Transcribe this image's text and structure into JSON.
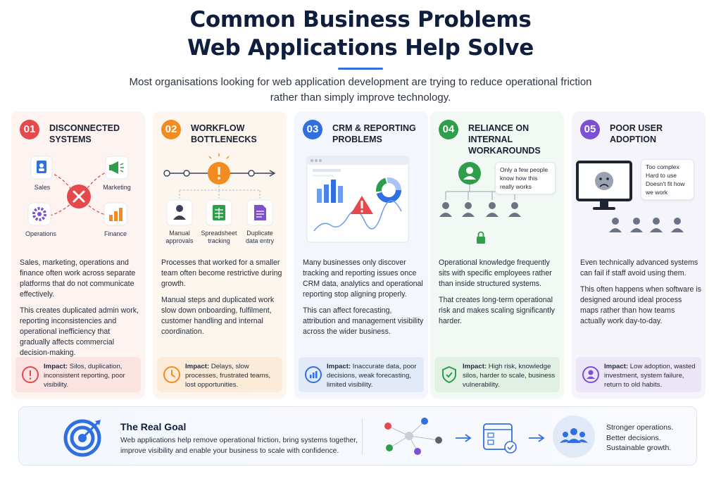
{
  "header": {
    "title_line1": "Common Business Problems",
    "title_line2": "Web Applications Help Solve",
    "subtitle_line1": "Most organisations looking for web application development are trying to reduce operational friction",
    "subtitle_line2": "rather than simply improve technology."
  },
  "colors": {
    "red": "#e5484d",
    "orange": "#f28b20",
    "blue": "#2f6fe0",
    "green": "#2e9e4a",
    "purple": "#7c4fd3",
    "navy": "#0f1e3d"
  },
  "cards": [
    {
      "num": "01",
      "title_line1": "DISCONNECTED",
      "title_line2": "SYSTEMS",
      "labels": [
        "Sales",
        "Marketing",
        "Operations",
        "Finance"
      ],
      "p1": "Sales, marketing, operations and finance often work across separate platforms that do not communicate effectively.",
      "p2": "This creates duplicated admin work, reporting inconsistencies and operational inefficiency that gradually affects commercial decision-making.",
      "impact_label": "Impact:",
      "impact_text": " Silos, duplication, inconsistent reporting, poor visibility."
    },
    {
      "num": "02",
      "title_line1": "WORKFLOW",
      "title_line2": "BOTTLENECKS",
      "labels": [
        "Manual approvals",
        "Spreadsheet tracking",
        "Duplicate data entry"
      ],
      "p1": "Processes that worked for a smaller team often become restrictive during growth.",
      "p2": "Manual steps and duplicated work slow down onboarding, fulfilment, customer handling and internal coordination.",
      "impact_label": "Impact:",
      "impact_text": " Delays, slow processes, frustrated teams, lost opportunities."
    },
    {
      "num": "03",
      "title_line1": "CRM & REPORTING",
      "title_line2": "PROBLEMS",
      "p1": "Many businesses only discover tracking and reporting issues once CRM data, analytics and operational reporting stop aligning properly.",
      "p2": "This can affect forecasting, attribution and management visibility across the wider business.",
      "impact_label": "Impact:",
      "impact_text": " Inaccurate data, poor decisions, weak forecasting, limited visibility."
    },
    {
      "num": "04",
      "title_line1": "RELIANCE ON INTERNAL",
      "title_line2": "WORKAROUNDS",
      "bubble_lines": [
        "Only a few people",
        "know how this",
        "really works"
      ],
      "p1": "Operational knowledge frequently sits with specific employees rather than inside structured systems.",
      "p2": "That creates long-term operational risk and makes scaling significantly harder.",
      "impact_label": "Impact:",
      "impact_text": " High risk, knowledge silos, harder to scale, business vulnerability."
    },
    {
      "num": "05",
      "title_line1": "POOR USER",
      "title_line2": "ADOPTION",
      "bubble_lines": [
        "Too complex",
        "Hard to use",
        "Doesn't fit how",
        "we work"
      ],
      "p1": "Even technically advanced systems can fail if staff avoid using them.",
      "p2": "This often happens when software is designed around ideal process maps rather than how teams actually work day-to-day.",
      "impact_label": "Impact:",
      "impact_text": " Low adoption, wasted investment, system failure, return to old habits."
    }
  ],
  "goal": {
    "title": "The Real Goal",
    "text": "Web applications help remove operational friction, bring systems together, improve visibility and enable your business to scale with confidence.",
    "outcomes": [
      "Stronger operations.",
      "Better decisions.",
      "Sustainable growth."
    ]
  }
}
